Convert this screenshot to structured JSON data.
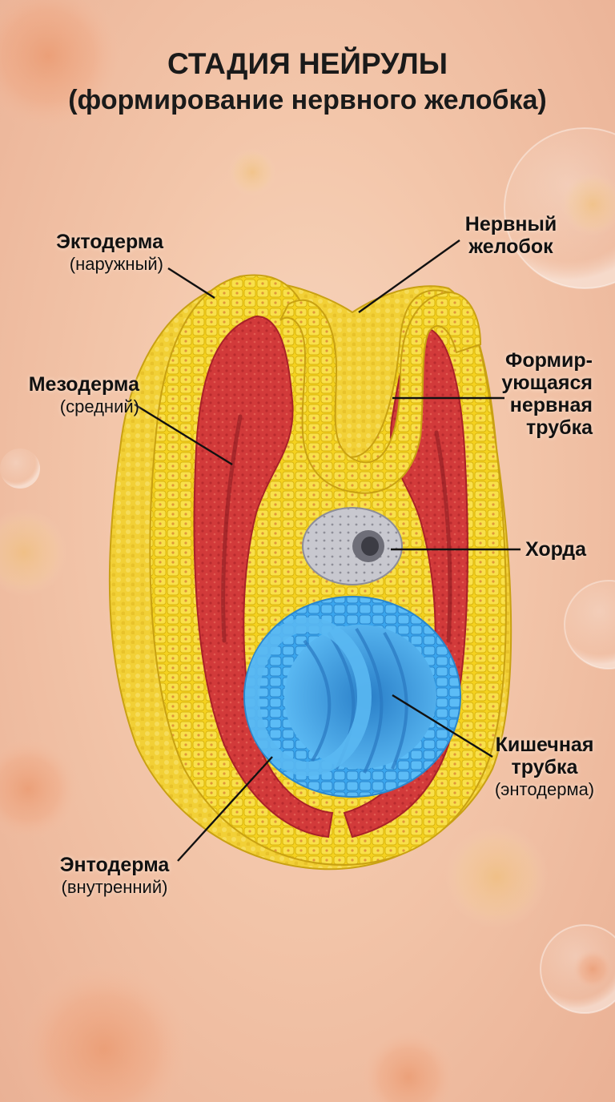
{
  "title": {
    "line1": "СТАДИЯ НЕЙРУЛЫ",
    "line2": "(формирование нервного желобка)"
  },
  "labels": {
    "ectoderm": {
      "name": "Эктодерма",
      "note": "(наружный)"
    },
    "mesoderm": {
      "name": "Мезодерма",
      "note": "(средний)"
    },
    "endoderm": {
      "name": "Энтодерма",
      "note": "(внутренний)"
    },
    "neural_groove": {
      "line1": "Нервный",
      "line2": "желобок"
    },
    "neural_tube": {
      "line1": "Формир-",
      "line2": "ующаяся",
      "line3": "нервная",
      "line4": "трубка"
    },
    "notochord": {
      "name": "Хорда"
    },
    "gut_tube": {
      "line1": "Кишечная",
      "line2": "трубка",
      "note": "(энтодерма)"
    }
  },
  "colors": {
    "ectoderm": "#f5d21e",
    "mesoderm": "#d8363a",
    "endoderm": "#3aa6ee",
    "notochord": "#c9c9d0",
    "background": "#f3c6aa"
  }
}
